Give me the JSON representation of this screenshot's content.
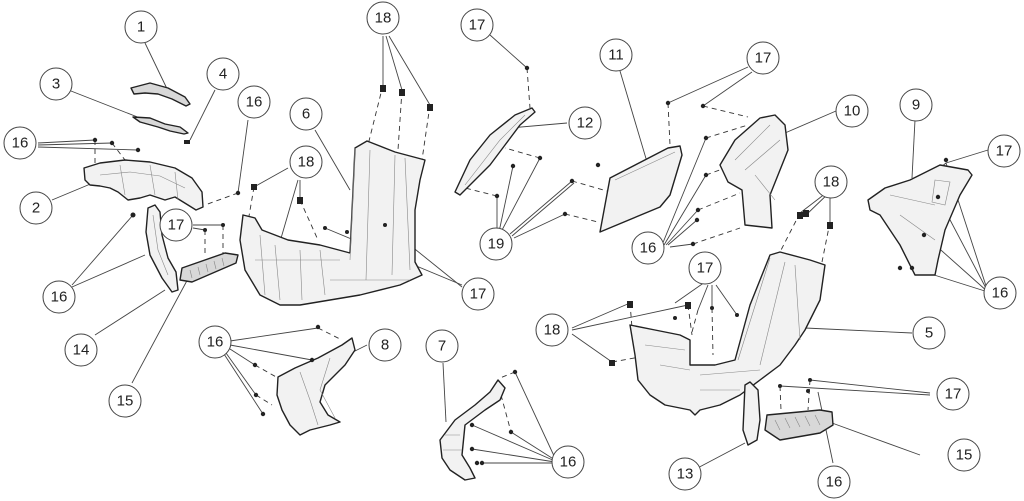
{
  "diagram": {
    "type": "exploded-parts-view",
    "callouts": [
      {
        "id": "c1",
        "label": "1"
      },
      {
        "id": "c2",
        "label": "2"
      },
      {
        "id": "c3",
        "label": "3"
      },
      {
        "id": "c4",
        "label": "4"
      },
      {
        "id": "c5",
        "label": "5"
      },
      {
        "id": "c6",
        "label": "6"
      },
      {
        "id": "c7",
        "label": "7"
      },
      {
        "id": "c8",
        "label": "8"
      },
      {
        "id": "c9",
        "label": "9"
      },
      {
        "id": "c10",
        "label": "10"
      },
      {
        "id": "c11",
        "label": "11"
      },
      {
        "id": "c12",
        "label": "12"
      },
      {
        "id": "c13",
        "label": "13"
      },
      {
        "id": "c14",
        "label": "14"
      },
      {
        "id": "c15a",
        "label": "15"
      },
      {
        "id": "c15b",
        "label": "15"
      },
      {
        "id": "c16a",
        "label": "16"
      },
      {
        "id": "c16b",
        "label": "16"
      },
      {
        "id": "c16c",
        "label": "16"
      },
      {
        "id": "c16d",
        "label": "16"
      },
      {
        "id": "c16e",
        "label": "16"
      },
      {
        "id": "c16f",
        "label": "16"
      },
      {
        "id": "c16g",
        "label": "16"
      },
      {
        "id": "c16h",
        "label": "16"
      },
      {
        "id": "c17a",
        "label": "17"
      },
      {
        "id": "c17b",
        "label": "17"
      },
      {
        "id": "c17c",
        "label": "17"
      },
      {
        "id": "c17d",
        "label": "17"
      },
      {
        "id": "c17e",
        "label": "17"
      },
      {
        "id": "c17f",
        "label": "17"
      },
      {
        "id": "c17g",
        "label": "17"
      },
      {
        "id": "c18a",
        "label": "18"
      },
      {
        "id": "c18b",
        "label": "18"
      },
      {
        "id": "c18c",
        "label": "18"
      },
      {
        "id": "c18d",
        "label": "18"
      },
      {
        "id": "c19",
        "label": "19"
      }
    ]
  }
}
